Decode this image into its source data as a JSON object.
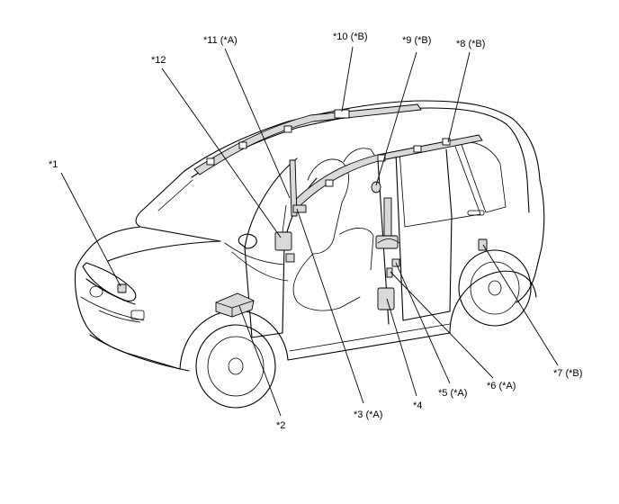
{
  "callouts": {
    "c1": "*1",
    "c2": "*2",
    "c3": "*3 (*A)",
    "c4": "*4",
    "c5": "*5 (*A)",
    "c6": "*6 (*A)",
    "c7": "*7 (*B)",
    "c8": "*8 (*B)",
    "c9": "*9 (*B)",
    "c10": "*10 (*B)",
    "c11": "*11 (*A)",
    "c12": "*12"
  }
}
